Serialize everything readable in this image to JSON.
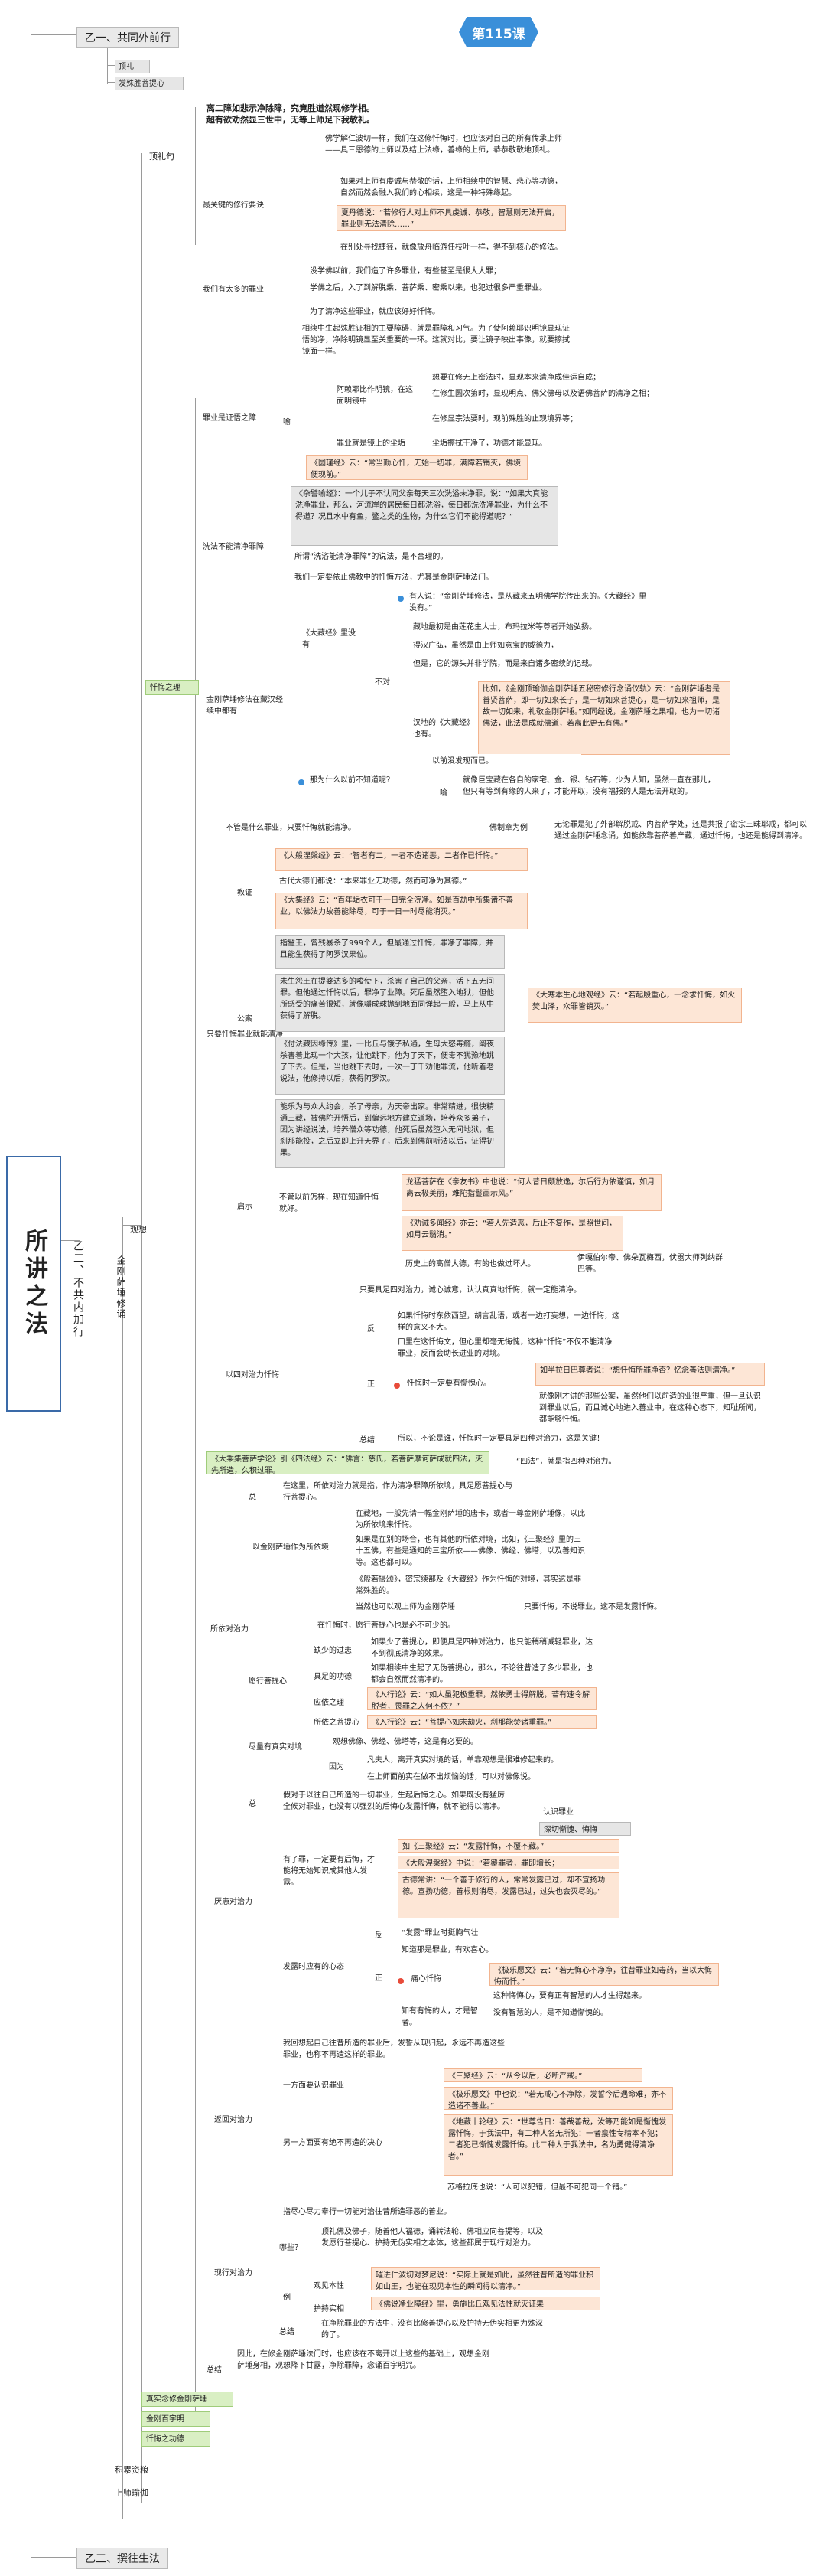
{
  "lesson_title": "第115课",
  "root": "所讲之法",
  "yi1": "乙一、共同外前行",
  "yi1_items": [
    "顶礼",
    "发殊胜菩提心"
  ],
  "yi2": "乙二、不共内加行",
  "yi3": "乙三、撰往生法",
  "jingang": "金刚萨埵修诵",
  "guanxiang": "观想",
  "l3": [
    "顶礼句",
    "我们有太多的罪业",
    "罪业是证悟之障",
    "洗法不能清净罪障",
    "忏悔之理",
    "只要忏悔罪业就能清净",
    "所依对治力",
    "厌患对治力",
    "返回对治力",
    "现行对治力"
  ],
  "p1": {
    "top": "离二障如悲示净除障，究竟胜道然现修学相。\n超有欲劝然显三世中，无等上师足下我敬礼。",
    "a1": "佛学解仁波切一样，我们在这修忏悔时，也应该对自己的所有传承上师——具三恩德的上师以及结上法缘，善缘的上师，恭恭敬敬地顶礼。",
    "a2label": "最关键的修行要诀",
    "a2": "如果对上师有虔诚与恭敬的话，上师相续中的智慧、悲心等功德，自然而然会融入我们的心相续，这是一种特殊缘起。",
    "a3": "夏丹德说：“若修行人对上师不具虔诚、恭敬，智慧则无法开启，罪业则无法清除……”",
    "a4": "在别处寻找捷径，就像放舟临游任枝叶一样，得不到核心的修法。"
  },
  "p2": {
    "a1": "没学佛以前，我们造了许多罪业，有些甚至是很大大罪；",
    "a2": "学佛之后，入了到解脱乘、菩萨乘、密乘以来，也犯过很多严重罪业。",
    "a3": "为了清净这些罪业，就应该好好忏悔。"
  },
  "p3": {
    "a1": "相续中生起殊胜证相的主要障碍，就是罪障和习气。为了使阿赖耶识明镜显现证悟的净，净除明镜显至关重要的一环。这就对比，要让镜子映出事像，就要擦拭镜面一样。",
    "yu": "喻",
    "b1label": "阿赖耶比作明镜，在这面明镜中",
    "b1": [
      "想要在修无上密法时，显现本来清净成佳运自成；",
      "在修生圆次第时，显现明点、佛父佛母以及语佛菩萨的清净之相；",
      "在修显宗法要时，现前殊胜的止观境界等；"
    ],
    "b2label": "罪业就是镜上的尘垢",
    "b2": "尘垢擦拭干净了，功德才能显现。",
    "b3": "《圆瑾经》云：“常当勤心忏，无始一切罪，满障若销灭，佛境便现前。”"
  },
  "p4": {
    "a1": "《杂譬喻经》：一个儿子不认同父亲每天三次洗浴未净罪，说：“如果大真能洗净罪业，那么，河流岸的居民每日都洗浴，每日都洗洗净罪业，为什么不得道？况且水中有鱼，鳖之类的生物，为什么它们不能得道呢？”",
    "a2": "所谓“洗浴能清净罪障”的说法，是不合理的。",
    "a3": "我们一定要依止佛教中的忏悔方法，尤其是金刚萨埵法门。"
  },
  "p5": {
    "label": "金刚萨埵修法在藏汉经续中都有",
    "q1": "《大藏经》里没有",
    "yes": "有人说：“金刚萨埵修法，是从藏来五明佛学院传出来的。《大藏经》里没有。”",
    "no": "不对",
    "n1": "藏地最初是由莲花生大士，布玛拉米等尊者开始弘扬。",
    "n2": "得汉广弘，虽然是由上师如意宝的威德力，",
    "n3": "但是，它的源头并非学院，而是来自诸多密续的记载。",
    "n4label": "汉地的《大藏经》也有。",
    "n4": "比如，《金刚顶瑜伽金刚萨埵五秘密修行念诵仪轨》云：“金刚萨埵者是普贤菩萨，即一切如来长子，是一切如来菩提心，是一切如来祖师，是故一切如来，礼敬金刚萨埵。”如同经说，金刚萨埵之果相，也为一切诸佛法，此法是成就佛道，若离此更无有佛。”",
    "q2": "那为什么以前不知道呢？",
    "q2a": "以前没发现而已。",
    "yu": "喻",
    "q2b": "就像巨宝藏在各自的家宅、金、银、钻石等，少为人知，虽然一直在那儿，但只有等到有缘的人来了，才能开取，没有福报的人是无法开取的。"
  },
  "p6": {
    "a1": "不管是什么罪业，只要忏悔就能清净。",
    "a1b": "佛制章为例",
    "a1c": "无论罪是犯了外部解脱戒、内菩萨学处，还是共报了密宗三昧耶戒，都可以通过金刚萨埵念诵，如能依靠菩萨善产藏，通过忏悔，也还是能得到清净。",
    "jiaozheng": "教证",
    "c1": "《大般涅槃经》云：“智者有二，一者不造诸恶，二者作已忏悔。”",
    "c2": "古代大德们都说：“本来罪业无功德，然而可净为其德。”",
    "c3": "《大集经》云：“百年垢衣可于一日完全浣净。如是百劫中所集诸不善业，以佛法力故善能除尽，可于一日一时尽能消灭。”",
    "gongan": "公案",
    "g1": "指鬘王，曾残暴杀了999个人，但最通过忏悔，罪净了罪障，并且能生获得了阿罗汉果位。",
    "g2": "未生怨王在提婆达多的唆使下，杀害了自己的父亲，活下五无间罪。但他通过忏悔以后，罪净了业障。死后虽然堕入地狱，但他所感受的痛苦很短，就像嚼成球抛到地面同弹起一般，马上从中获得了解脱。",
    "g2b": "《大寒本生心地观经》云：“若起殷重心，一念求忏悔，如火焚山泽，众罪皆销灭。”",
    "g3": "《付法藏因缘传》里，一比丘与饿子私通，生母大怒毒瘾，阐夜杀害着此现一个大孩，让他跳下，他为了天下，便毒不犹豫地跳了下去。但是，当他跳下去时，一次一丁千劝他罪流，他听着老说法，他修持以后，获得阿罗汉。",
    "g4": "能乐为与众人约会，杀了母亲，为天帝出家。非常精进，很快精通三藏，被佛陀开悟后，到偏远地方建立道场，培养众多弟子，因为讲经说法，培养僧众等功德，他死后虽然堕入无间地狱，但刹那能投，之后立即上升天界了，后来到佛前听法以后，证得初果。",
    "qishi": "启示",
    "q1label": "不管以前怎样，现在知道忏悔就好。",
    "q1a": "龙猛菩萨在《亲友书》中也说：“何人昔日颇放逸，尔后行为依谨慎，如月离云极美丽，难陀指鬘画示风。”",
    "q1b": "《劝诫多闻经》亦云：“若人先造恶，后止不复作，是照世间，如月云翳消。”",
    "q1c": "伊嘎伯尔帝、佛朵瓦梅西，伏嚣大师列纳群巴等。",
    "q1d": "历史上的高僧大德，有的也做过坏人。",
    "sidui": "以四对治力忏悔",
    "s1": "只要具足四对治力，诚心诚意，认认真真地忏悔，就一定能清净。",
    "fan": "反",
    "f1": "如果忏悔时东依西望，胡言乱语，或者一边打妄想，一边忏悔，这样的意义不大。",
    "f2": "口里在这忏悔文，但心里却毫无悔愧，这种“忏悔”不仅不能清净罪业，反而会助长进业的对境。",
    "zheng": "正",
    "z1": "忏悔时一定要有惭愧心。",
    "z2": "如半拉日巴尊者说：“想忏悔所罪净否？忆念善法则清净。”",
    "z3": "就像刚才讲的那些公案，虽然他们以前造的业很严重，但一旦认识到罪业以后，而且诚心地进入善业中，在这种心态下，知耻所闻，都能够忏悔。",
    "zongjie": "总结",
    "zj": "所以，不论是谁，忏悔时一定要具足四种对治力，这是关键！"
  },
  "p7": {
    "top": "《大乘集菩萨学论》引《四法经》云：“佛言：慈氏，若菩萨摩诃萨成就四法，灭先所造，久积过罪。",
    "top2": "“四法”，就是指四种对治力。",
    "zong": "总",
    "zongtxt": "在这里，所依对治力就是指，作为清净罪障所依境，具足愿菩提心与行菩提心。",
    "j1label": "以金刚萨埵作为所依境",
    "j1": "在藏地，一般先请一幅金刚萨埵的唐卡，或者一尊金刚萨埵像，以此为所依境来忏悔。",
    "j2": "如果是在别的场合，也有其他的所依对境，比如，《三聚经》里的三十五佛，有些是通知的三宝所依——佛像、佛经、佛塔，以及善知识等。这也都可以。",
    "j3": "《般若摄颂》，密宗续部及《大藏经》作为忏悔的对境，其实这是非常殊胜的。",
    "j4": "当然也可以观上师为金刚萨埵",
    "j4b": "只要忏悔，不说罪业，这不是发露忏悔。",
    "fx": "愿行菩提心",
    "fx1": "在忏悔时，愿行菩提心也是必不可少的。",
    "fx2label": "缺少的过患",
    "fx2": "如果少了菩提心，即便具足四种对治力，也只能稍稍减轻罪业，达不到彻底清净的效果。",
    "fx3label": "具足的功德",
    "fx3": "如果相续中生起了无伪菩提心，那么，不论往昔造了多少罪业，也都会自然而然清净的。",
    "fx4label": "应依之理",
    "fx4": "《入行论》云：“如人虽犯极重罪，然依勇士得解脱，若有速令解脱者，畏罪之人何不依？”",
    "fx5label": "所依之菩提心",
    "fx5": "《入行论》云：“菩提心如末劫火，刹那能焚诸重罪。”",
    "jf": "尽量有真实对境",
    "jf1": "观想佛像、佛经、佛塔等，这是有必要的。",
    "yin": "因为",
    "y1": "凡夫人，离开真实对境的话，单靠观想是很难修起来的。",
    "y2": "在上师面前实在做不出烦恼的话，可以对佛像说。"
  },
  "p8": {
    "zong": "总",
    "z1": "假对于以往自己所造的一切罪业，生起后悔之心。如果既没有猛厉全候对罪业，也没有以强烈的后悔心发露忏悔，就不能得以清净。",
    "z1b": "认识罪业",
    "z1c": "深切惭愧、悔悔",
    "has": "有了罪，一定要有后悔，才能将无始知识成其他人发露。",
    "h1": "如《三聚经》云：“发露忏悔，不覆不藏。”",
    "h2": "《大般涅槃经》中说：“若覆罪者，罪即增长；",
    "h3": "古德常讲：“一个善于修行的人，常常发露已过，却不宣扬功德。宣扬功德，善根则消尽，发露已过，过失也会灭尽的。”",
    "fa": "发露时应有的心态",
    "fan": "反",
    "f1": "“发露”罪业时挺胸气壮",
    "f2": "知道那是罪业，有欢喜心。",
    "zheng": "正",
    "z2": "痛心忏悔",
    "z3": "《极乐愿文》云：“若无悔心不净净，往昔罪业如毒药，当以大悔悔而忏。”",
    "z4": "这种悔悔心，要有正有智慧的人才生得起来。",
    "z5": "没有智慧的人，是不知道惭愧的。",
    "zh": "知有有悔的人，才是智者。"
  },
  "p9": {
    "z1": "我回想起自己往昔所造的罪业后，发誓从现归起，永远不再造这些罪业，也称不再造这样的罪业。",
    "z2": "一方面要认识罪业",
    "z3": "另一方面要有绝不再造的决心",
    "c1": "《三聚经》云：“从今以后，必断严戒。”",
    "c2": "《极乐愿文》中也说：“若无戒心不净除，发誓今后遇命难，亦不造诸不善业。”",
    "c3": "《地藏十轮经》云：“世尊告日：善哉善哉，汝等乃能如是惭愧发露忏悔，于我法中，有二种人名无所犯：一者禀性专精本不犯；二者犯已惭愧发露忏悔。此二种人于我法中，名为勇健得清净者。”",
    "c4": "苏格拉底也说：“人可以犯错，但最不可犯同一个错。”"
  },
  "p10": {
    "z1": "指尽心尽力奉行一切能对治往昔所造罪恶的善业。",
    "which": "哪些？",
    "w1": "顶礼佛及佛子，随善他人福德，诵转法轮、佛相应向菩提等，以及发愿行菩提心、护持无伪实相之本体，这些都属于现行对治力。",
    "li": "例",
    "l1label": "观见本性",
    "l1": "璀进仁波切对梦尼说：“实际上就是如此，虽然往昔所造的罪业积如山王，也能在现见本性的瞬间得以清净。”",
    "l2label": "护持实相",
    "l2": "《佛说净业障经》里，勇施比丘观见法性就灭证果",
    "zj": "总结",
    "zj1": "在净除罪业的方法中，没有比修善提心以及护持无伪实相更为殊深的了。"
  },
  "end": {
    "zong": "总结",
    "text": "因此，在修金刚萨埵法门时，也应该在不离开以上这些的基础上，观想金刚萨埵身相，观想降下甘露，净除罪障，念诵百字明咒。",
    "items": [
      "真实念修金刚萨埵",
      "金刚百字明",
      "忏悔之功德"
    ],
    "after": [
      "积累资粮",
      "上师瑜伽"
    ]
  }
}
